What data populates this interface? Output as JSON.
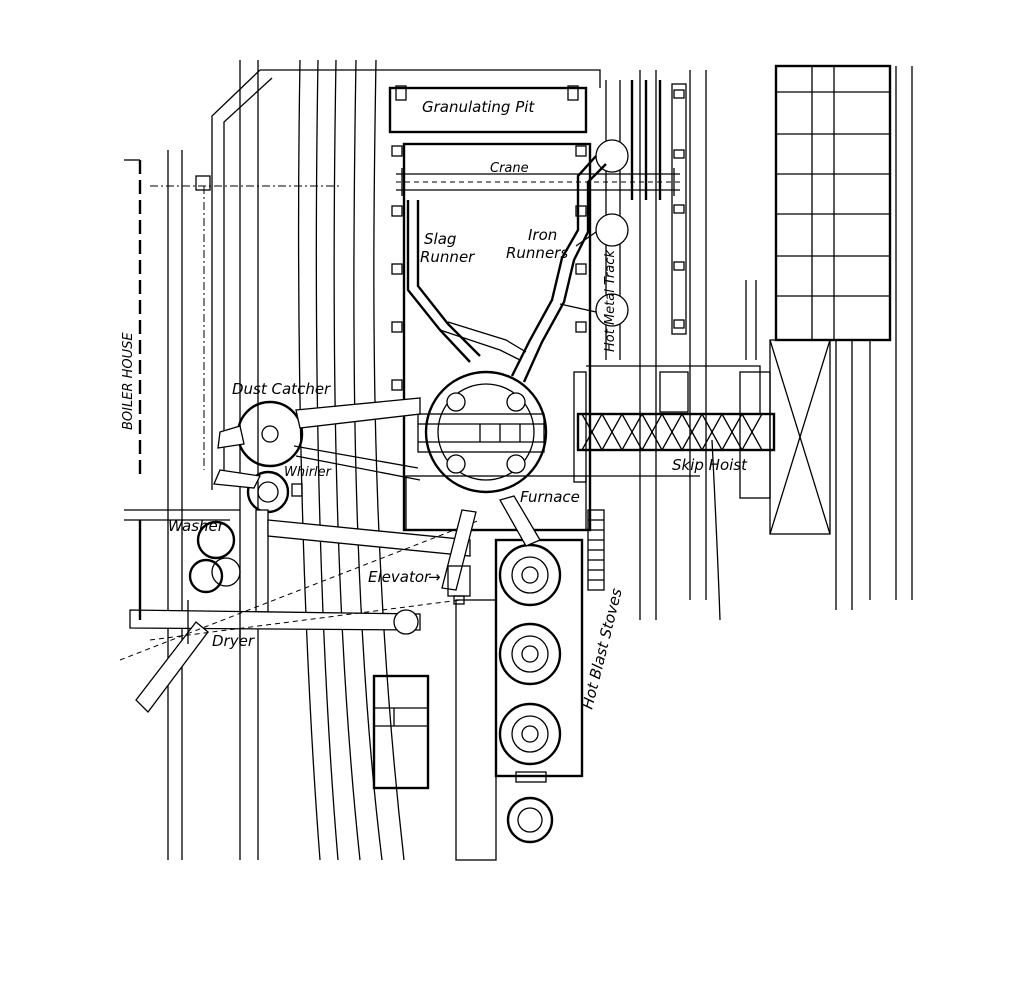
{
  "labels": {
    "granulating_pit": "Granulating Pit",
    "crane": "Crane",
    "slag_runner_1": "Slag",
    "slag_runner_2": "Runner",
    "iron_runners_1": "Iron",
    "iron_runners_2": "Runners",
    "hot_metal_track": "Hot Metal Track",
    "boiler_house": "BOILER HOUSE",
    "dust_catcher": "Dust Catcher",
    "whirler": "Whirler",
    "washer": "Washer",
    "elevator": "Elevator",
    "furnace": "Furnace",
    "skip_hoist": "Skip Hoist",
    "dryer": "Dryer",
    "hot_blast_stoves": "Hot Blast Stoves"
  }
}
